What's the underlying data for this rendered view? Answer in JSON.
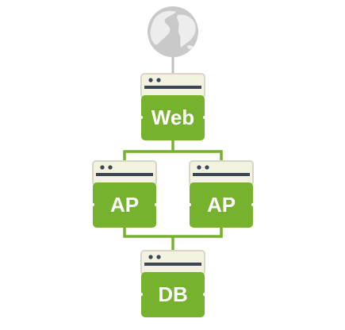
{
  "diagram": {
    "colors": {
      "accent": "#77B22F",
      "window_frame": "#F3F1DF",
      "window_border": "#D8D6C4",
      "window_bar": "#3B4654",
      "connector_top": "#C0C0C0",
      "globe_sea": "#C9C9C9",
      "globe_land": "#EDEDED"
    },
    "nodes": {
      "globe": {
        "icon": "globe-icon"
      },
      "web": {
        "label": "Web"
      },
      "ap_left": {
        "label": "AP"
      },
      "ap_right": {
        "label": "AP"
      },
      "db": {
        "label": "DB"
      }
    }
  }
}
